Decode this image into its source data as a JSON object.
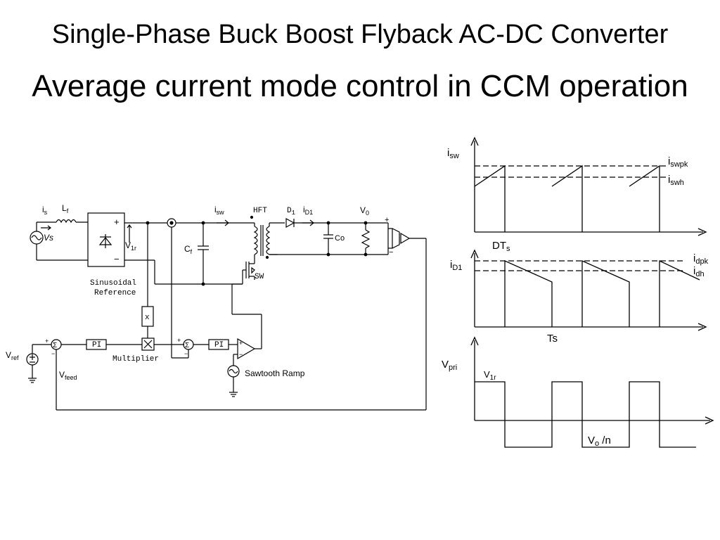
{
  "slide": {
    "title": "Single-Phase Buck Boost Flyback AC-DC Converter",
    "subtitle": "Average current mode control in CCM operation"
  },
  "circuit": {
    "is_label": "i",
    "is_sub": "s",
    "lf_label": "L",
    "lf_sub": "f",
    "vs_label": "Vs",
    "plus": "+",
    "minus": "−",
    "v1r_label": "V",
    "v1r_sub": "1r",
    "cf_label": "C",
    "cf_sub": "f",
    "isw_label": "i",
    "isw_sub": "sw",
    "hft_label": "HFT",
    "d1_label": "D",
    "d1_sub": "1",
    "id1_label": "i",
    "id1_sub": "D1",
    "v0_label": "V",
    "v0_sub": "0",
    "co_label": "Co",
    "sw_label": "SW",
    "sin_ref_line1": "Sinusoidal",
    "sin_ref_line2": "Reference",
    "mult_box": "x",
    "multiplier_label": "Multiplier",
    "pi1": "PI",
    "pi2": "PI",
    "sigma": "Σ",
    "vref_label": "V",
    "vref_sub": "ref",
    "vfeed_label": "V",
    "vfeed_sub": "feed",
    "sawtooth_label": "Sawtooth Ramp"
  },
  "waveforms": {
    "isw": {
      "label": "i",
      "sub": "sw",
      "pk_label": "i",
      "pk_sub": "swpk",
      "h_label": "i",
      "h_sub": "swh",
      "dts": "DT",
      "dts_sub": "s"
    },
    "id1": {
      "label": "i",
      "sub": "D1",
      "pk_label": "i",
      "pk_sub": "dpk",
      "h_label": "i",
      "h_sub": "dh",
      "ts": "Ts"
    },
    "vpri": {
      "label": "V",
      "sub": "pri",
      "v1r": "V",
      "v1r_sub": "1r",
      "vo": "V",
      "vo_sub": "o",
      "vo_tail": " /n"
    }
  }
}
